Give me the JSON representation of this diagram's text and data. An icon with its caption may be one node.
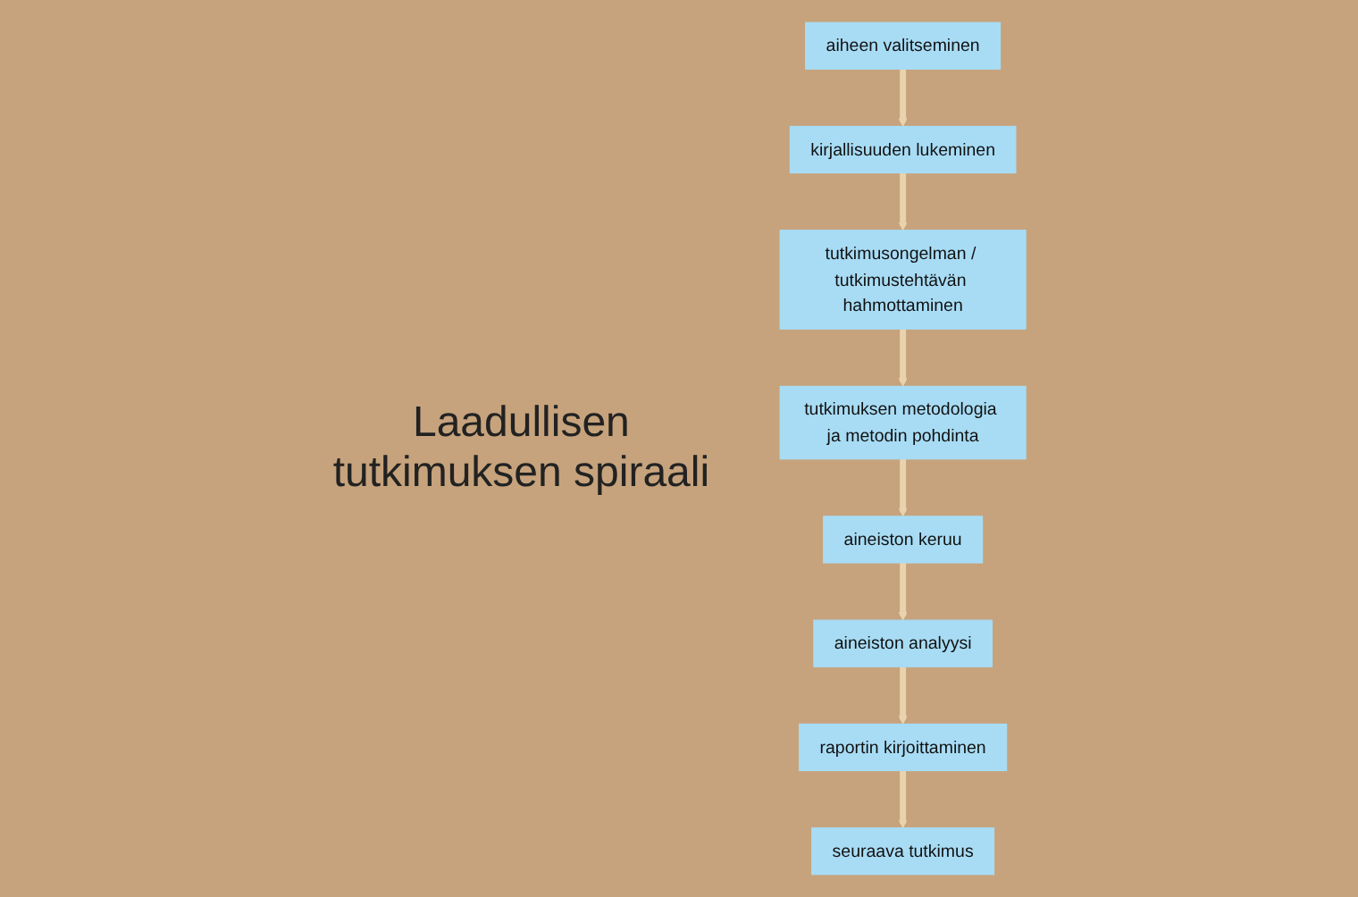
{
  "diagram": {
    "title": "Laadullisen tutkimuksen spiraali",
    "nodes": [
      {
        "text": [
          "aiheen valitseminen"
        ]
      },
      {
        "text": [
          "kirjallisuuden lukeminen"
        ]
      },
      {
        "text": [
          "tutkimusongelman / tutkimustehtävän hahmottaminen"
        ]
      },
      {
        "text": [
          "tutkimuksen metodologia ja metodin pohdinta"
        ]
      },
      {
        "text": [
          "aineiston keruu"
        ]
      },
      {
        "text": [
          "aineiston analyysi"
        ]
      },
      {
        "text": [
          "raportin kirjoittaminen"
        ]
      },
      {
        "text": [
          "seuraava tutkimus"
        ]
      }
    ],
    "edges": [
      {
        "from": 0,
        "to": 1,
        "arrow": "to"
      },
      {
        "from": 1,
        "to": 2,
        "arrow": "to"
      },
      {
        "from": 2,
        "to": 3,
        "arrow": "to"
      },
      {
        "from": 3,
        "to": 4,
        "arrow": "to"
      },
      {
        "from": 4,
        "to": 5,
        "arrow": "to"
      },
      {
        "from": 5,
        "to": 6,
        "arrow": "to"
      },
      {
        "from": 6,
        "to": 7,
        "arrow": "to"
      }
    ]
  }
}
